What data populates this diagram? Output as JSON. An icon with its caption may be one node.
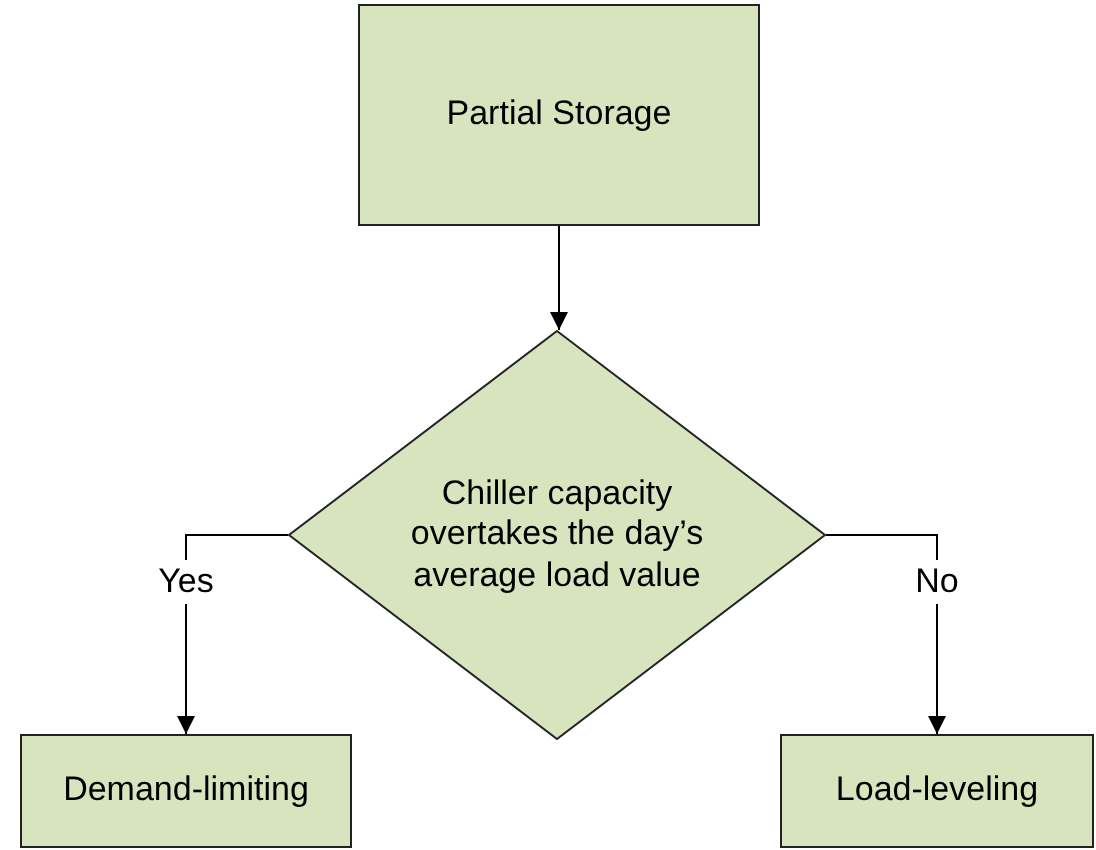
{
  "diagram": {
    "nodes": [
      {
        "text": [
          "Partial Storage"
        ]
      },
      {
        "text": [
          "Chiller capacity overtakes the day’s average load value"
        ]
      },
      {
        "text": [
          "Demand-limiting"
        ]
      },
      {
        "text": [
          "Load-leveling"
        ]
      }
    ],
    "edges": [
      {
        "from": 0,
        "to": 1,
        "arrow": "to"
      },
      {
        "from": 1,
        "to": 2,
        "arrow": "to",
        "label": "Yes"
      },
      {
        "from": 1,
        "to": 3,
        "arrow": "to",
        "label": "No"
      }
    ]
  }
}
